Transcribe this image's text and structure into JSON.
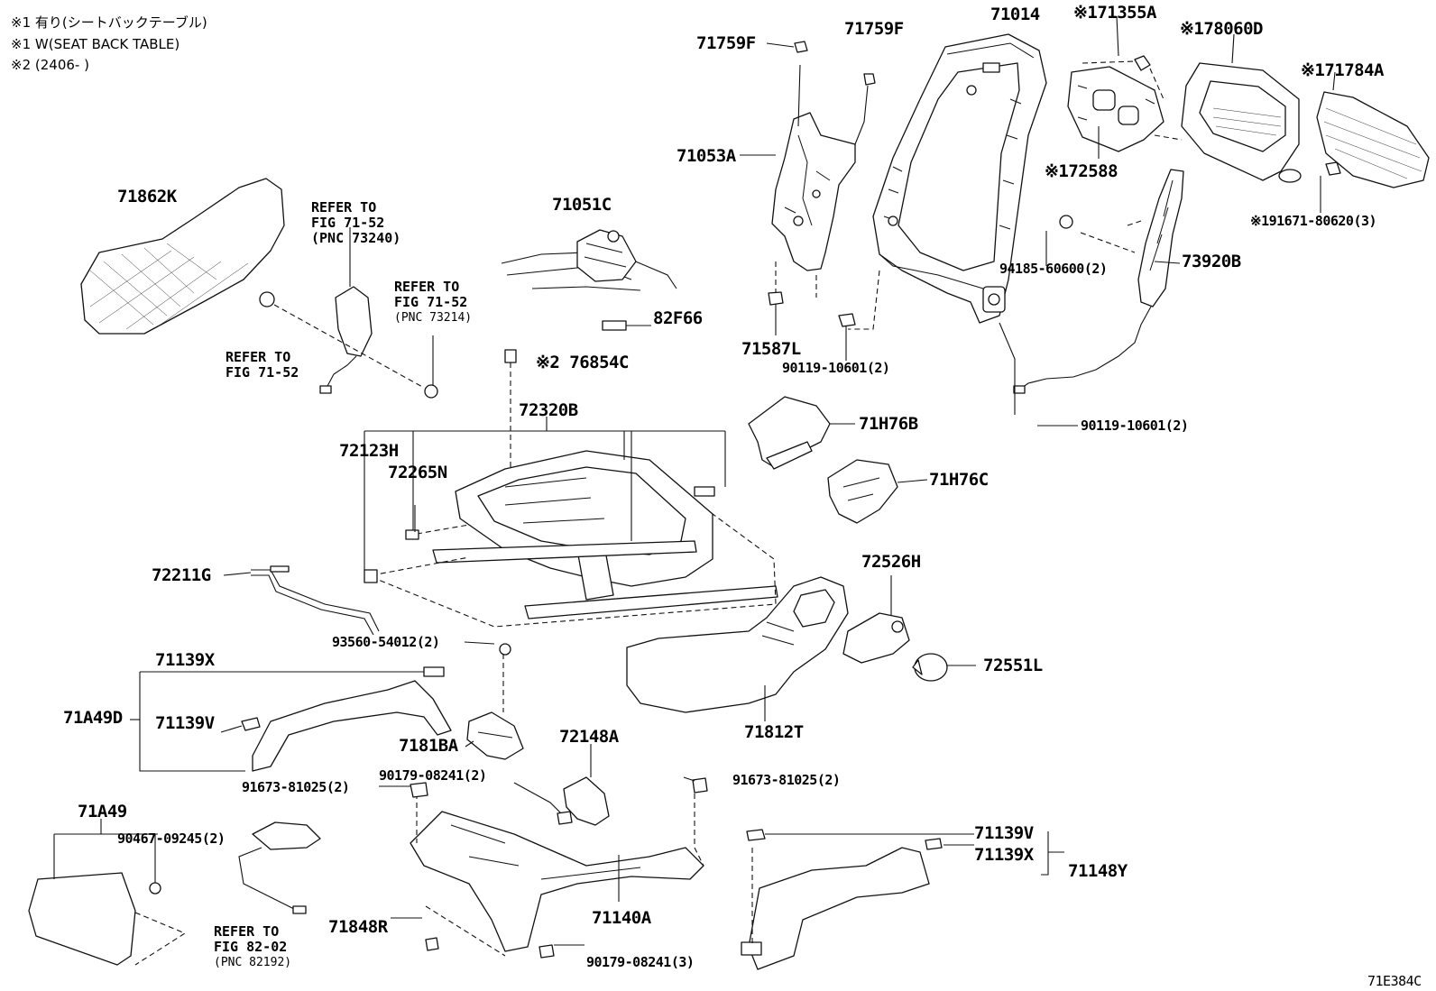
{
  "notes": [
    "※1 有り(シートバックテーブル)",
    "※1 W(SEAT BACK TABLE)",
    "※2 (2406-    )"
  ],
  "diagram_code": "71E384C",
  "parts": {
    "p71759F_a": "71759F",
    "p71759F_b": "71759F",
    "p71014": "71014",
    "p71355A": "※171355A",
    "p78060D": "※178060D",
    "p71784A": "※171784A",
    "p72588": "※172588",
    "p71053A": "71053A",
    "p91671_80620": "※191671-80620(3)",
    "p73920B": "73920B",
    "p94185": "94185-60600(2)",
    "p71862K": "71862K",
    "p71051C": "71051C",
    "p82F66": "82F66",
    "p71587L": "71587L",
    "p90119_a": "90119-10601(2)",
    "p90119_b": "90119-10601(2)",
    "p76854C": "※2 76854C",
    "p72320B": "72320B",
    "p71H76B": "71H76B",
    "p72123H": "72123H",
    "p72265N": "72265N",
    "p71H76C": "71H76C",
    "p72211G": "72211G",
    "p72526H": "72526H",
    "p72551L": "72551L",
    "p93560": "93560-54012(2)",
    "p71139X_a": "71139X",
    "p71A49D": "71A49D",
    "p71139V_a": "71139V",
    "p7181BA": "7181BA",
    "p72148A": "72148A",
    "p71812T": "71812T",
    "p90179_a": "90179-08241(2)",
    "p91673_a": "91673-81025(2)",
    "p91673_b": "91673-81025(2)",
    "p71A49": "71A49",
    "p90467": "90467-09245(2)",
    "p71139V_b": "71139V",
    "p71139X_b": "71139X",
    "p71148Y": "71148Y",
    "p71848R": "71848R",
    "p71140A": "71140A",
    "p90179_b": "90179-08241(3)"
  },
  "refs": {
    "r1": {
      "l1": "REFER TO",
      "l2": "FIG 71-52",
      "l3": "(PNC 73240)"
    },
    "r2": {
      "l1": "REFER TO",
      "l2": "FIG 71-52",
      "l3": "(PNC 73214)"
    },
    "r3": {
      "l1": "REFER TO",
      "l2": "FIG 71-52"
    },
    "r4": {
      "l1": "REFER TO",
      "l2": "FIG 82-02",
      "l3": "(PNC 82192)"
    }
  }
}
